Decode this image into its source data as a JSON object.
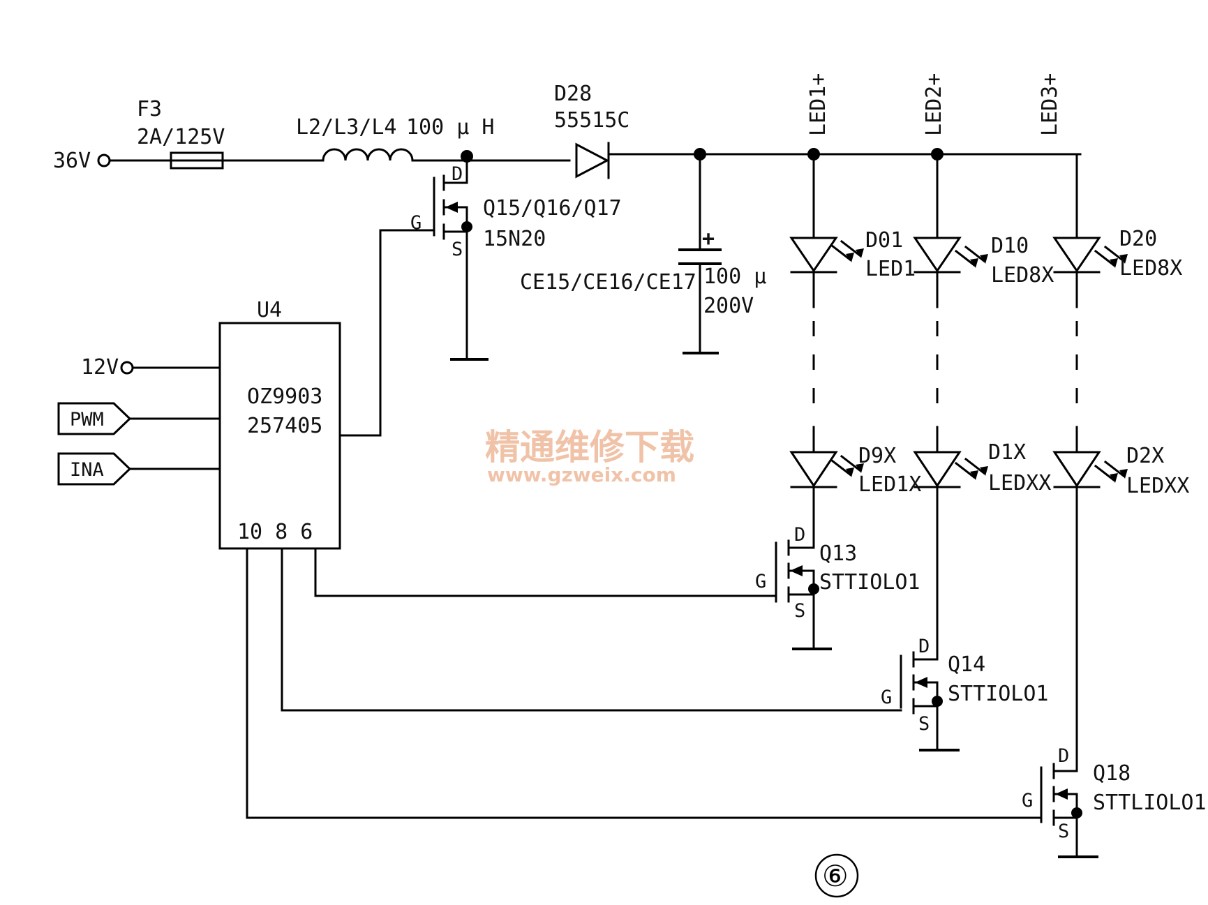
{
  "inputs": {
    "v36": "36V",
    "v12": "12V",
    "pwm": "PWM",
    "ina": "INA"
  },
  "fuse": {
    "ref": "F3",
    "value": "2A/125V"
  },
  "inductor": {
    "ref": "L2/L3/L4",
    "value": "100 μ H"
  },
  "diode": {
    "ref": "D28",
    "value": "55515C"
  },
  "boost_mosfet": {
    "ref": "Q15/Q16/Q17",
    "value": "15N20",
    "d": "D",
    "g": "G",
    "s": "S"
  },
  "capacitor": {
    "ref": "CE15/CE16/CE17",
    "value1": "100 μ",
    "value2": "200V",
    "plus": "+"
  },
  "ic": {
    "ref": "U4",
    "line1": "OZ9903",
    "line2": "257405",
    "pins": "10  8  6"
  },
  "outputs": [
    "LED1+",
    "LED2+",
    "LED3+"
  ],
  "leds": {
    "s1_top": {
      "ref": "D01",
      "val": "LED1"
    },
    "s2_top": {
      "ref": "D10",
      "val": "LED8X"
    },
    "s3_top": {
      "ref": "D20",
      "val": "LED8X"
    },
    "s1_bot": {
      "ref": "D9X",
      "val": "LED1X"
    },
    "s2_bot": {
      "ref": "D1X",
      "val": "LEDXX"
    },
    "s3_bot": {
      "ref": "D2X",
      "val": "LEDXX"
    }
  },
  "dimming_fets": {
    "q13": {
      "ref": "Q13",
      "val": "STTIOLO1",
      "d": "D",
      "g": "G",
      "s": "S"
    },
    "q14": {
      "ref": "Q14",
      "val": "STTIOLO1",
      "d": "D",
      "g": "G",
      "s": "S"
    },
    "q18": {
      "ref": "Q18",
      "val": "STTLIOLO1",
      "d": "D",
      "g": "G",
      "s": "S"
    }
  },
  "watermark": {
    "cn": "精通维修下载",
    "url": "www.gzweix.com"
  },
  "figure_number": "⑥"
}
